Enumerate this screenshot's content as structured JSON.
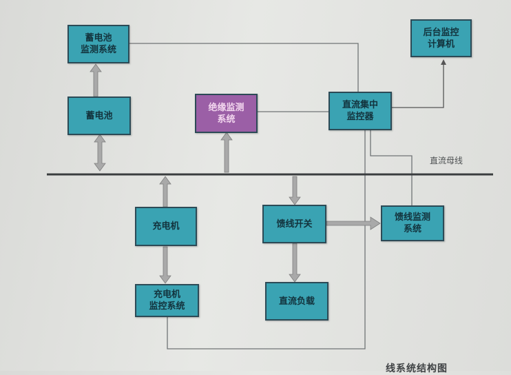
{
  "boxes": {
    "battery_monitor": "蓄电池\n监测系统",
    "battery": "蓄电池",
    "insulation_monitor": "绝缘监测\n系统",
    "dc_central_monitor": "直流集中\n监控器",
    "backend_computer": "后台监控\n计算机",
    "charger": "充电机",
    "feeder_switch": "馈线开关",
    "feeder_monitor": "馈线监测\n系统",
    "charger_monitor": "充电机\n监控系统",
    "dc_load": "直流负载"
  },
  "bus_label": "直流母线",
  "caption": "线系统结构图",
  "colors": {
    "box_fill": "#3aa3b3",
    "insulation_fill": "#9b5fa6",
    "bus_line": "#3a3d3f",
    "arrow": "#a9a9a9"
  }
}
